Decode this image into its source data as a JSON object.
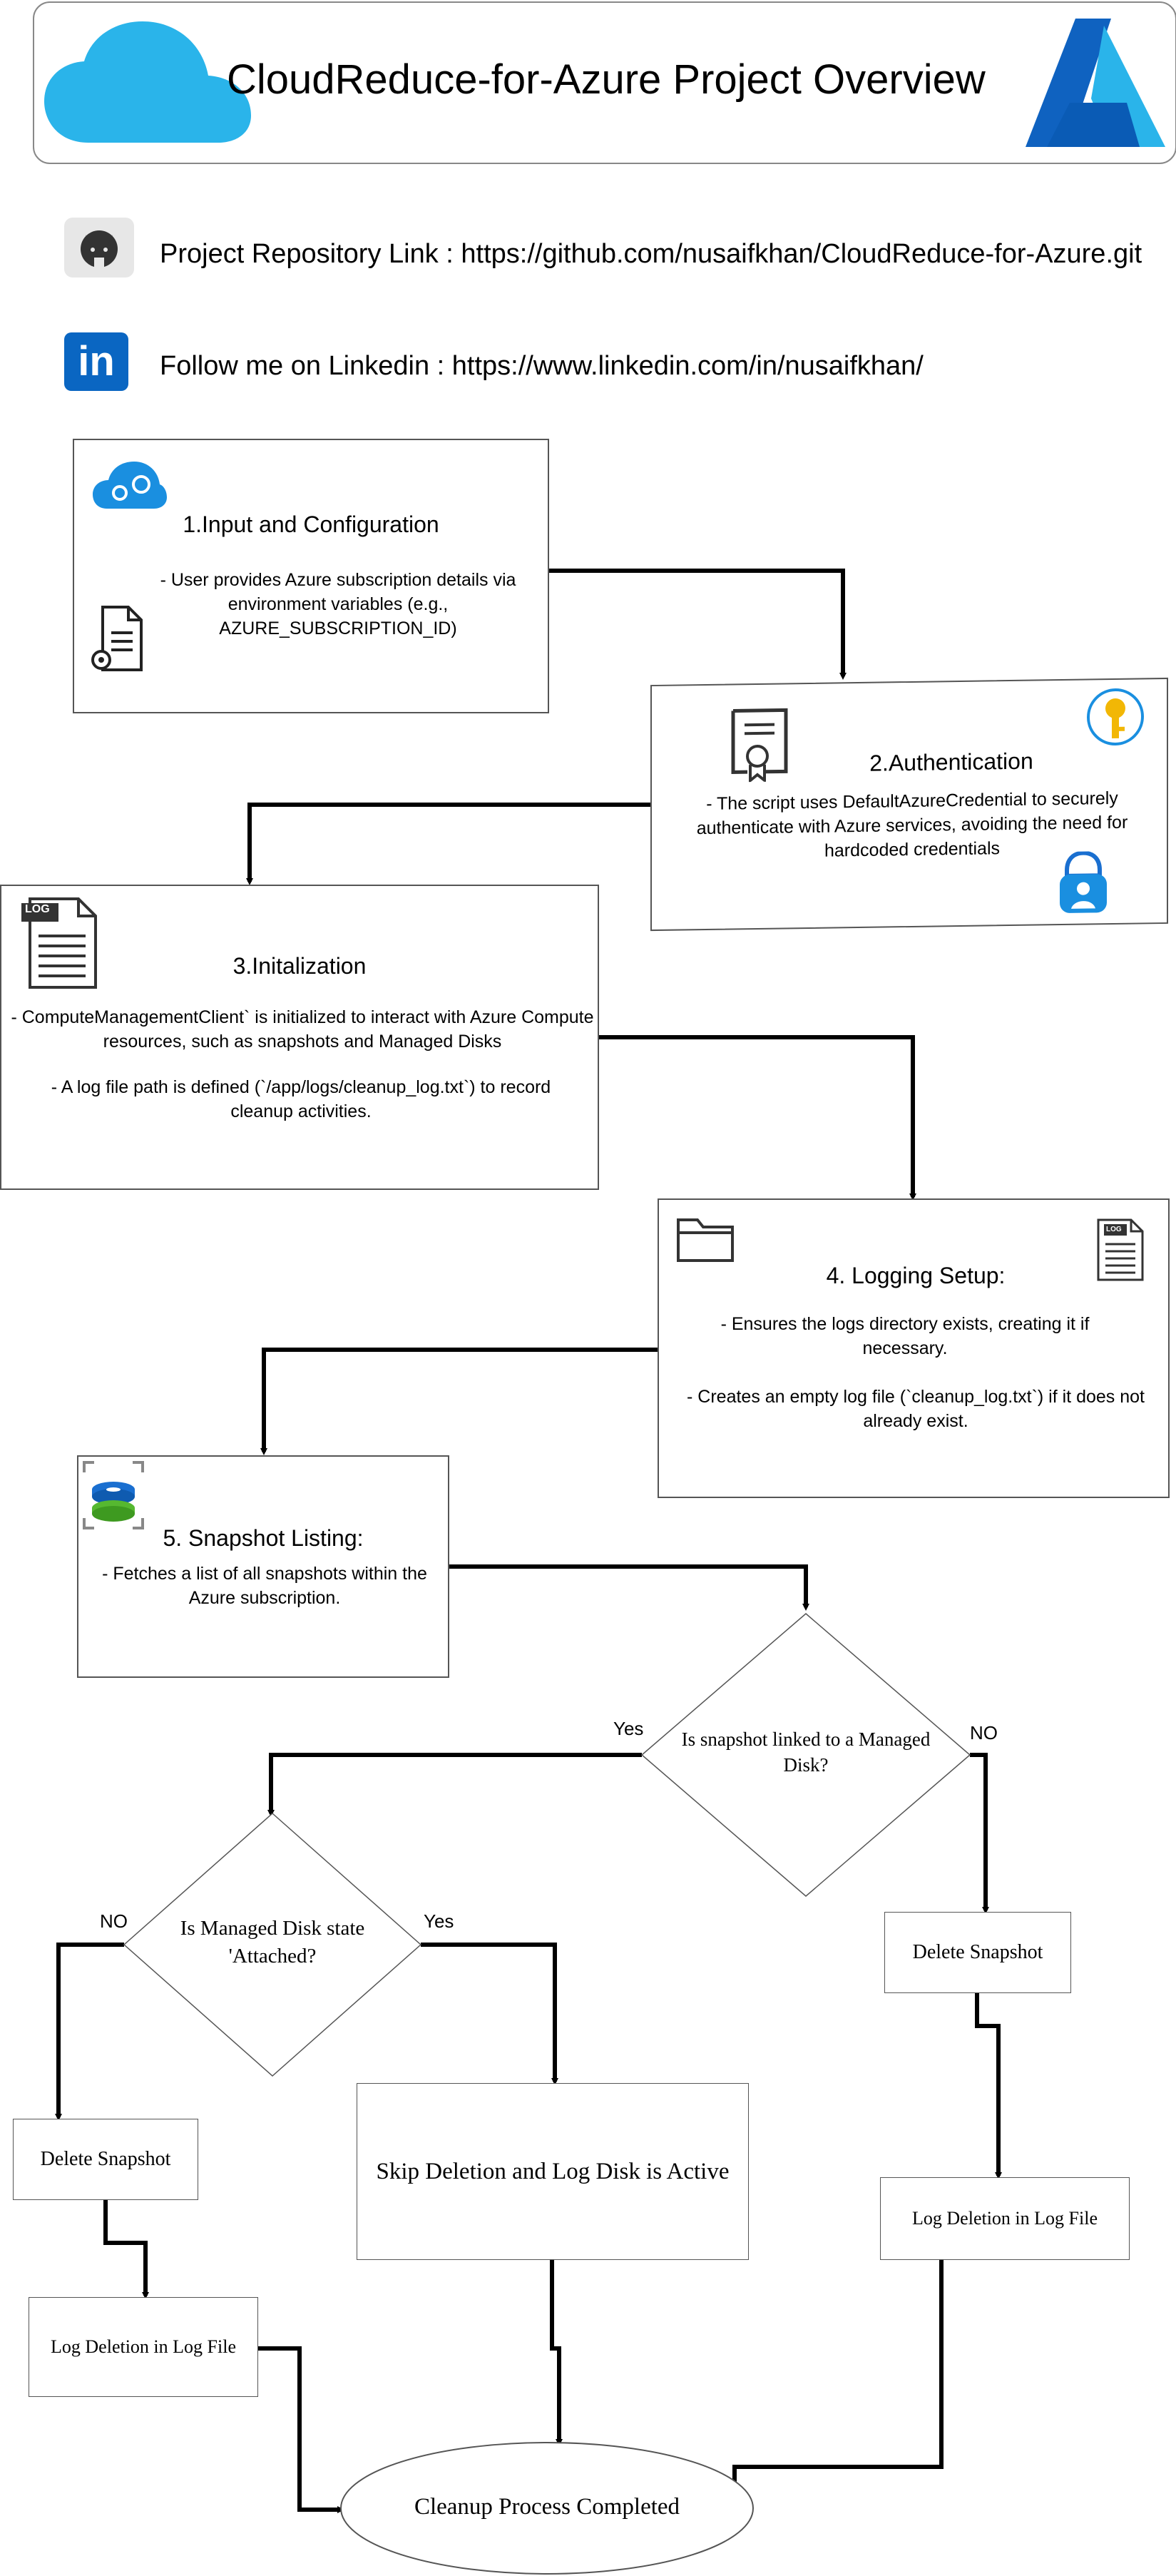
{
  "header": {
    "title": "CloudReduce-for-Azure Project Overview"
  },
  "links": {
    "repo": "Project Repository Link : https://github.com/nusaifkhan/CloudReduce-for-Azure.git",
    "linkedin": "Follow me on Linkedin : https://www.linkedin.com/in/nusaifkhan/",
    "linkedin_logo_text": "in"
  },
  "steps": {
    "s1": {
      "title": "1.Input and Configuration",
      "text": "- User provides Azure subscription details via environment variables (e.g., AZURE_SUBSCRIPTION_ID)"
    },
    "s2": {
      "title": "2.Authentication",
      "text": "- The script uses DefaultAzureCredential to securely authenticate with Azure services, avoiding the need for hardcoded credentials"
    },
    "s3": {
      "title": "3.Initalization",
      "text1": "- ComputeManagementClient` is initialized to interact with Azure Compute resources, such as snapshots and Managed Disks",
      "text2": "- A log file path is defined (`/app/logs/cleanup_log.txt`) to record cleanup activities.",
      "log_badge": "LOG"
    },
    "s4": {
      "title": "4. Logging Setup:",
      "text1": "- Ensures the logs directory exists, creating it if necessary.",
      "text2": "- Creates an empty log file (`cleanup_log.txt`) if it does not already exist.",
      "log_badge": "LOG"
    },
    "s5": {
      "title": "5. Snapshot Listing:",
      "text": "- Fetches a list of all snapshots within the Azure subscription."
    }
  },
  "flow": {
    "decision1": "Is snapshot linked to a Managed Disk?",
    "decision2": "Is Managed Disk state 'Attached?",
    "yes1": "Yes",
    "no1": "NO",
    "yes2": "Yes",
    "no2": "NO",
    "delete_right": "Delete Snapshot",
    "log_right": "Log Deletion in Log File",
    "delete_left": "Delete Snapshot",
    "log_left": "Log Deletion in Log File",
    "skip": "Skip Deletion and Log Disk is Active",
    "end": "Cleanup Process Completed"
  },
  "colors": {
    "azure_blue": "#2ab4ea",
    "azure_dark": "#0a5bb5",
    "key_gold": "#f2b705",
    "linkedin_blue": "#0a66c2",
    "connector": "#000000"
  }
}
